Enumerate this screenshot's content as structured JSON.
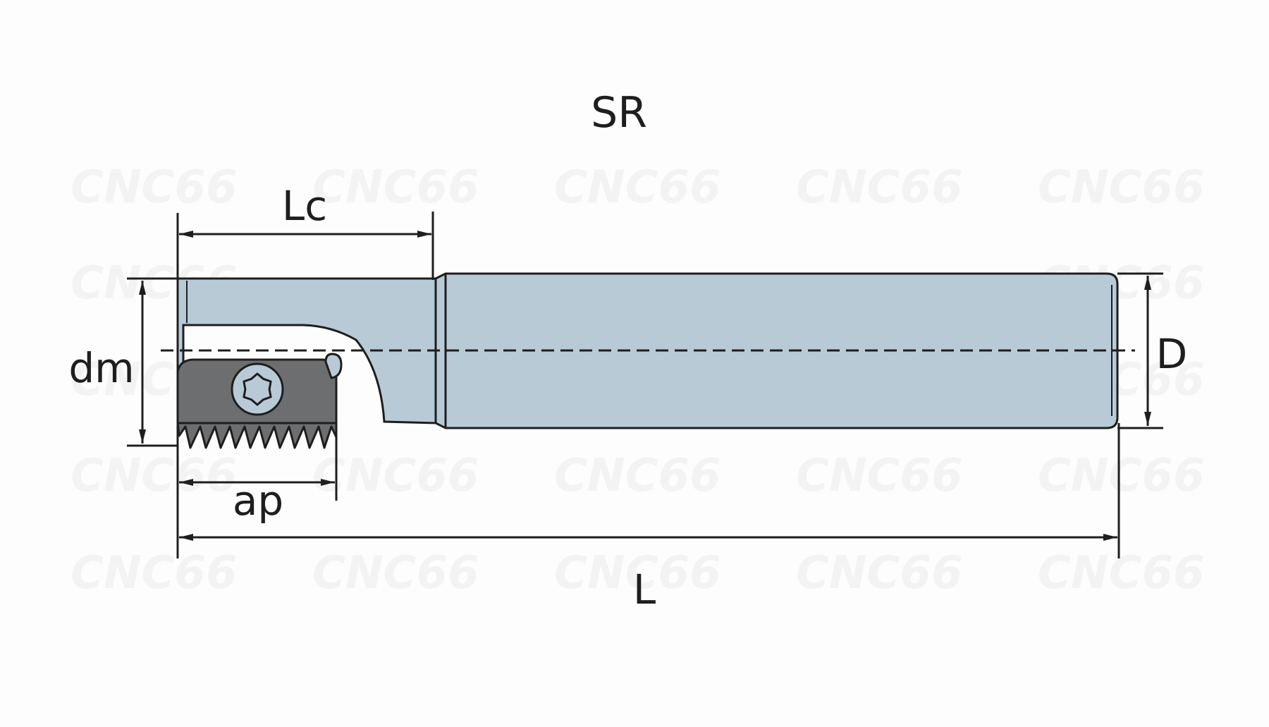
{
  "title": "SR",
  "watermark": "CNC66",
  "dimensions": {
    "lc": "Lc",
    "dm": "dm",
    "ap": "ap",
    "d": "D",
    "l": "L"
  },
  "colors": {
    "body": "#b9cad7",
    "insert": "#6d6e70",
    "outline": "#1e1e1e",
    "background": "#fdfdfd"
  },
  "icons": {
    "screw": "torx-screw-icon"
  }
}
